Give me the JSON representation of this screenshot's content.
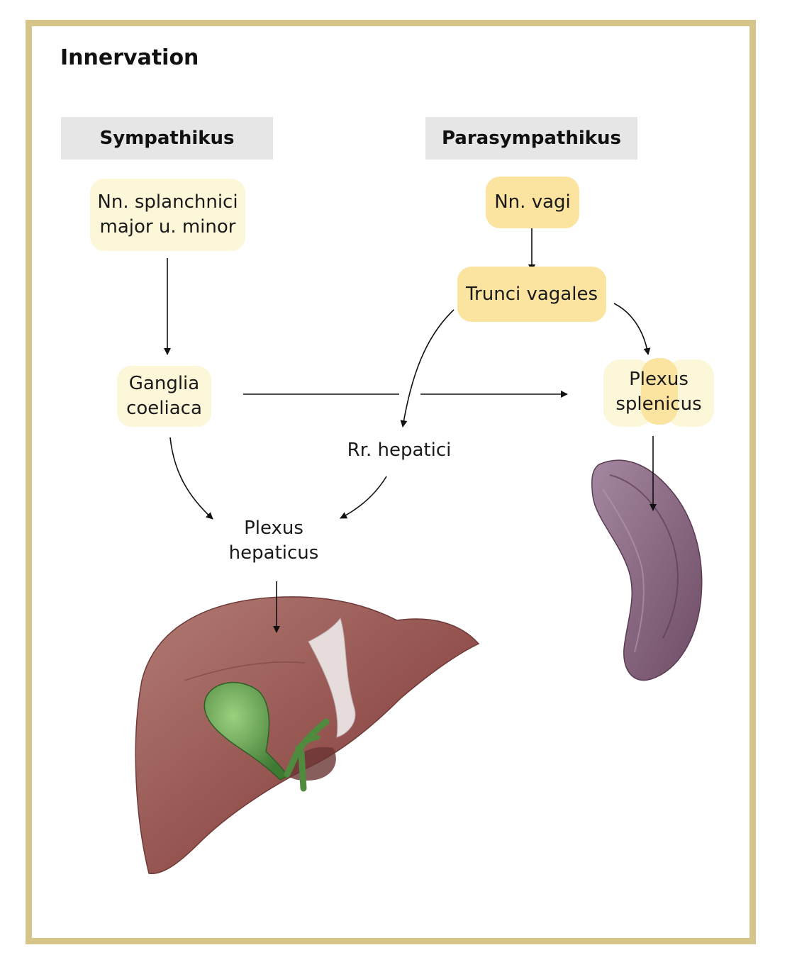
{
  "title": "Innervation",
  "columns": {
    "sympathikus": "Sympathikus",
    "parasympathikus": "Parasympathikus"
  },
  "nodes": {
    "splanchnici": "Nn. splanchnici\nmajor u. minor",
    "ganglia": "Ganglia\ncoeliaca",
    "vagi": "Nn. vagi",
    "trunci": "Trunci vagales",
    "plexus_splenicus": "Plexus\nsplenicus",
    "rr_hepatici": "Rr. hepatici",
    "plexus_hepaticus": "Plexus\nhepaticus"
  },
  "organs": {
    "liver": "liver-illustration",
    "gallbladder": "gallbladder-illustration",
    "spleen": "spleen-illustration"
  },
  "colors": {
    "frame": "#d6c58b",
    "header_bg": "#e6e6e6",
    "sympathetic_box": "#fdf7d9",
    "parasympathetic_box": "#fbe3a0",
    "liver": "#9a5a56",
    "spleen": "#8c6a80",
    "gallbladder": "#4f8a3f"
  }
}
